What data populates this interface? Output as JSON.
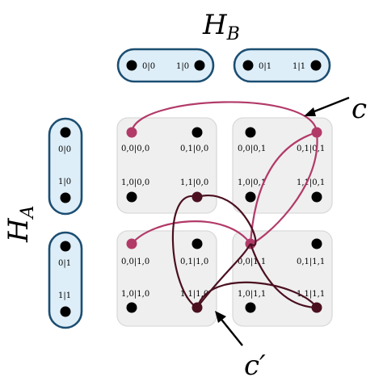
{
  "labels": {
    "hb_main": "H",
    "hb_sub": "B",
    "ha_main": "H",
    "ha_sub": "A",
    "c_label": "c",
    "c_prime_label": "c′"
  },
  "colors": {
    "pill_fill": "#deeef8",
    "pill_stroke": "#1c4e72",
    "cell_fill": "#efefef",
    "c_curve": "#b23a68",
    "c_prime_curve": "#4a1020"
  },
  "hb_pills": [
    {
      "left": "0|0",
      "right": "1|0"
    },
    {
      "left": "0|1",
      "right": "1|1"
    }
  ],
  "ha_pills": [
    {
      "top": "0|0",
      "bottom": "1|0"
    },
    {
      "top": "0|1",
      "bottom": "1|1"
    }
  ],
  "cells": [
    [
      "0,0|0,0",
      "0,1|0,0",
      "1,0|0,0",
      "1,1|0,0"
    ],
    [
      "0,0|0,1",
      "0,1|0,1",
      "1,0|0,1",
      "1,1|0,1"
    ],
    [
      "0,0|1,0",
      "0,1|1,0",
      "1,0|1,0",
      "1,1|1,0"
    ],
    [
      "0,0|1,1",
      "0,1|1,1",
      "1,0|1,1",
      "1,1|1,1"
    ]
  ]
}
